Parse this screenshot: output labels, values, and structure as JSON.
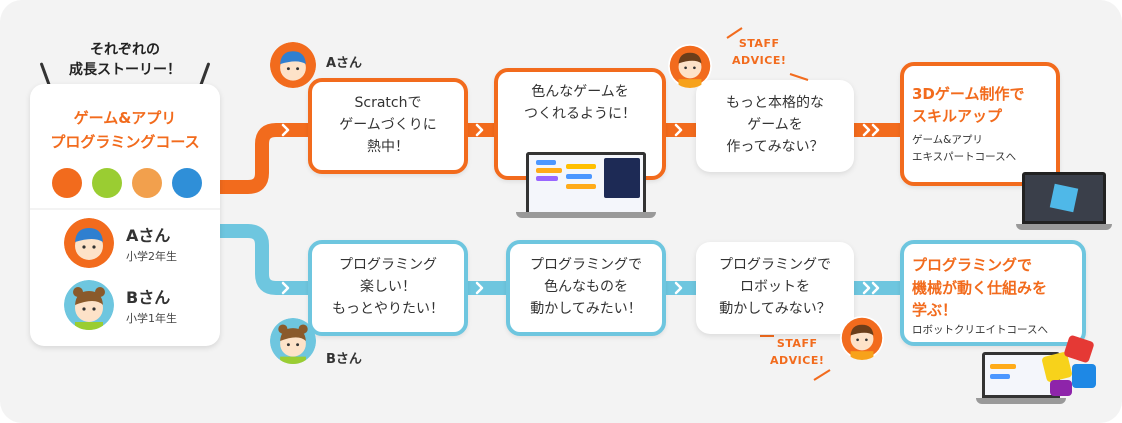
{
  "heading": "それぞれの\n成長ストーリー！",
  "course_title": "ゲーム&アプリ\nプログラミングコース",
  "students": [
    {
      "name": "Aさん",
      "grade": "小学2年生"
    },
    {
      "name": "Bさん",
      "grade": "小学1年生"
    }
  ],
  "path_a": {
    "label": "Aさん",
    "steps": [
      "Scratchで\nゲームづくりに\n熱中！",
      "色んなゲームを\nつくれるように！",
      "もっと本格的な\nゲームを\n作ってみない？"
    ],
    "goal_title": "3Dゲーム制作で\nスキルアップ",
    "goal_sub": "ゲーム&アプリ\nエキスパートコースへ"
  },
  "path_b": {
    "label": "Bさん",
    "steps": [
      "プログラミング\n楽しい！\nもっとやりたい！",
      "プログラミングで\n色んなものを\n動かしてみたい！",
      "プログラミングで\nロボットを\n動かしてみない？"
    ],
    "goal_title": "プログラミングで\n機械が動く仕組みを\n学ぶ！",
    "goal_sub": "ロボットクリエイトコースへ"
  },
  "staff_advice": "STAFF\nADVICE!",
  "colors": {
    "orange": "#f26b1d",
    "blue": "#6ec6df",
    "background": "#f3f3f3"
  }
}
